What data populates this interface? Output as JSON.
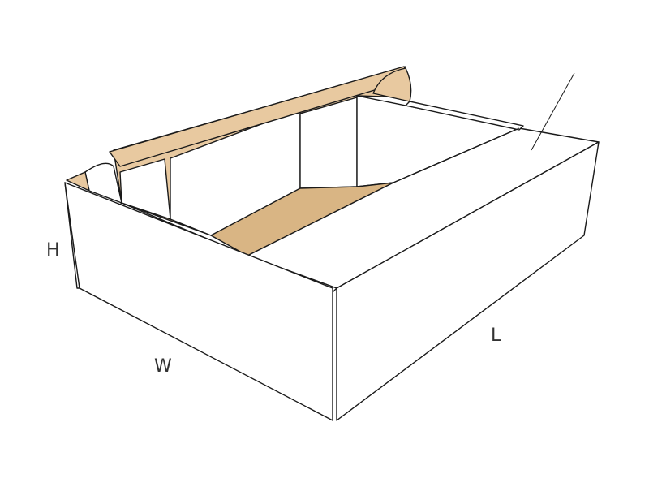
{
  "diagram": {
    "labels": {
      "height": "H",
      "width": "W",
      "length": "L"
    },
    "colors": {
      "outline": "#1a1a1a",
      "white_board": "#ffffff",
      "kraft_inside": "#e8c9a0",
      "kraft_shadow": "#d9b584",
      "background": "#ffffff"
    }
  }
}
